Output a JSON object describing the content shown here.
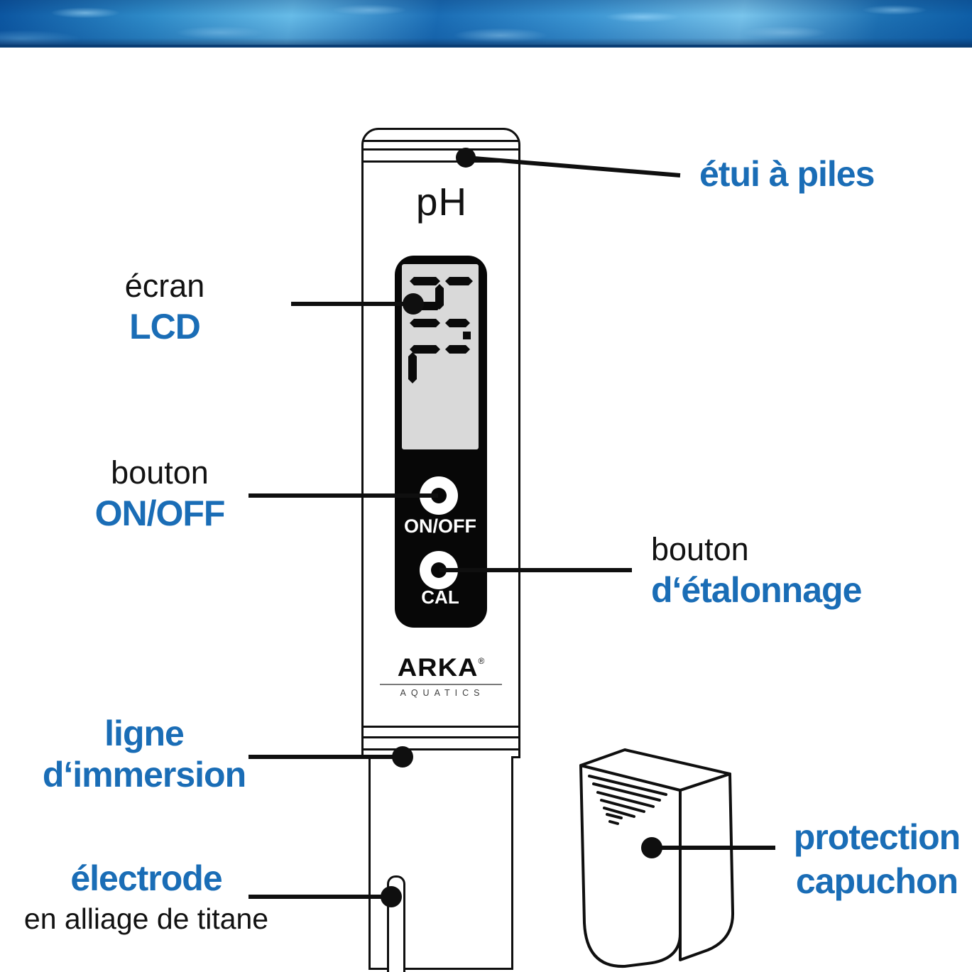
{
  "banner": {
    "description": "underwater photo strip"
  },
  "device": {
    "model_label": "pH",
    "brand": "ARKA",
    "brand_reg": "®",
    "brand_sub": "AQUATICS",
    "onoff_button_label": "ON/OFF",
    "cal_button_label": "CAL"
  },
  "labels": {
    "battery": {
      "text": "étui à piles"
    },
    "screen": {
      "line1": "écran",
      "line2": "LCD"
    },
    "onoff": {
      "line1": "bouton",
      "line2": "ON/OFF"
    },
    "cal": {
      "line1": "bouton",
      "line2": "d‘étalonnage"
    },
    "immersion": {
      "line1": "ligne",
      "line2": "d‘immersion"
    },
    "electrode": {
      "line1": "électrode",
      "line2": "en alliage de titane"
    },
    "cap": {
      "line1": "protection",
      "line2": "capuchon"
    }
  },
  "colors": {
    "accent_blue": "#1a6db6",
    "ink": "#0f0f0f",
    "lcd_gray": "#d9d9d9",
    "water_blue": "#1a6db5"
  }
}
